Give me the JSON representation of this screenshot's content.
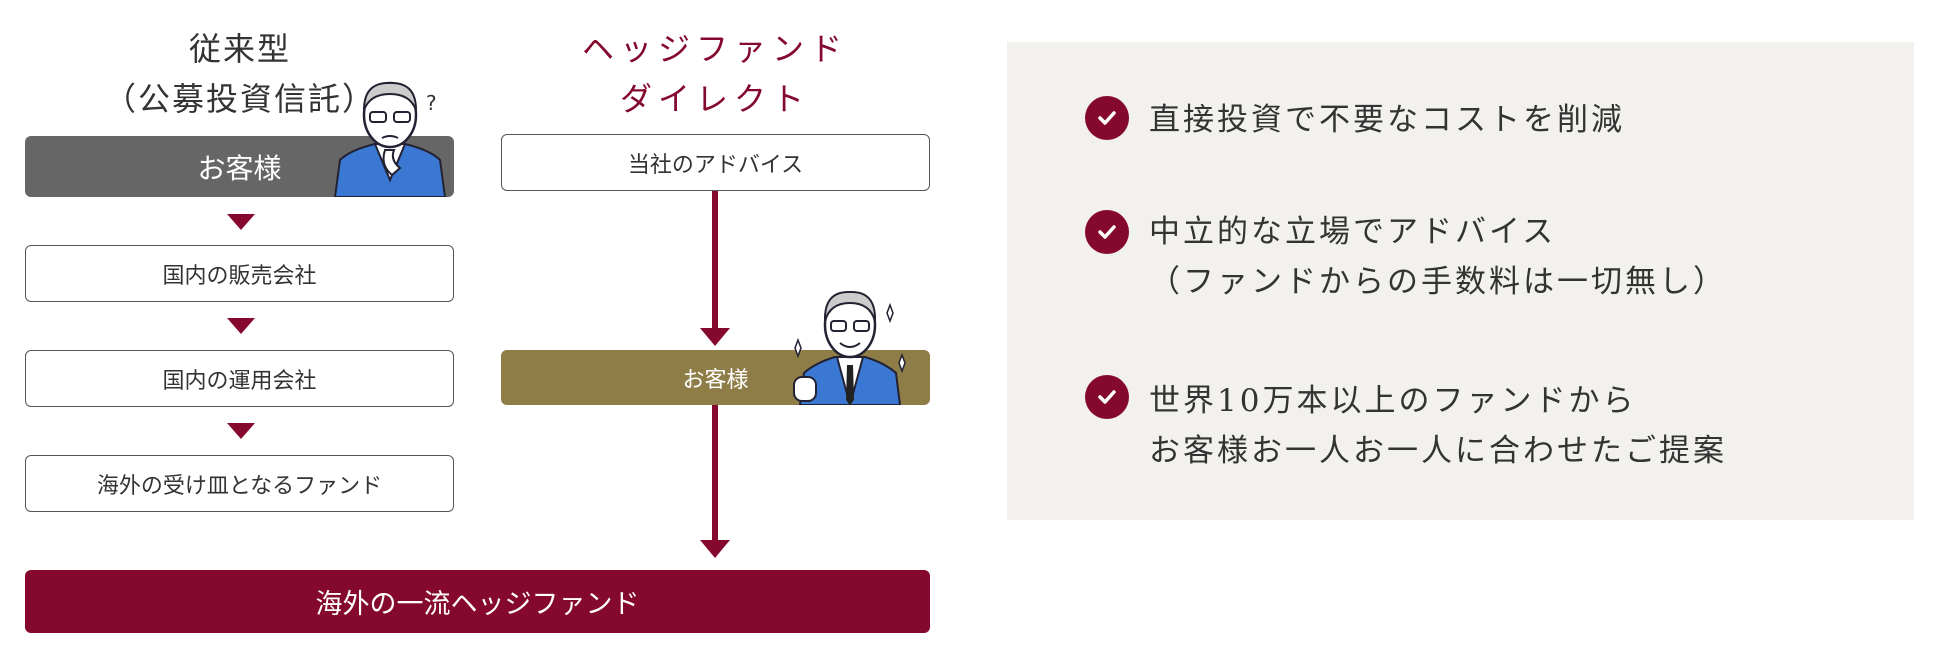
{
  "traditional": {
    "title_line1": "従来型",
    "title_line2": "（公募投資信託）",
    "steps": [
      "お客様",
      "国内の販売会社",
      "国内の運用会社",
      "海外の受け皿となるファンド"
    ]
  },
  "direct": {
    "title_line1": "ヘッジファンド",
    "title_line2": "ダイレクト",
    "steps": [
      "当社のアドバイス",
      "お客様"
    ]
  },
  "destination": "海外の一流ヘッジファンド",
  "benefits": [
    {
      "lines": [
        "直接投資で不要なコストを削減"
      ]
    },
    {
      "lines": [
        "中立的な立場でアドバイス",
        "（ファンドからの手数料は一切無し）"
      ]
    },
    {
      "lines": [
        "世界10万本以上のファンドから",
        "お客様お一人お一人に合わせたご提案"
      ]
    }
  ],
  "colors": {
    "accent": "#85092e",
    "gold": "#8f7d48",
    "gray": "#666666",
    "panel": "#f2f1ed"
  }
}
